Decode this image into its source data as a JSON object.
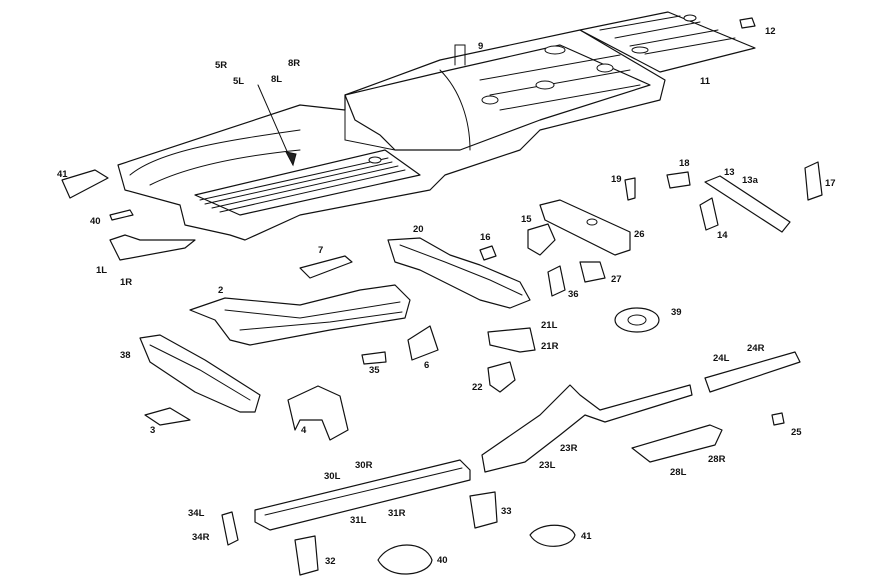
{
  "labels": {
    "p5R": "5R",
    "p5L": "5L",
    "p8R": "8R",
    "p8L": "8L",
    "p9": "9",
    "p11": "11",
    "p12": "12",
    "p13": "13",
    "p13a": "13a",
    "p14": "14",
    "p15": "15",
    "p16": "16",
    "p17": "17",
    "p18": "18",
    "p19": "19",
    "p20": "20",
    "p26": "26",
    "p27": "27",
    "p36": "36",
    "p41a": "41",
    "p40a": "40",
    "p1L": "1L",
    "p1R": "1R",
    "p7": "7",
    "p2": "2",
    "p39": "39",
    "p21L": "21L",
    "p21R": "21R",
    "p6": "6",
    "p35": "35",
    "p38": "38",
    "p22": "22",
    "p24L": "24L",
    "p24R": "24R",
    "p3": "3",
    "p4": "4",
    "p23R": "23R",
    "p23L": "23L",
    "p25": "25",
    "p28L": "28L",
    "p28R": "28R",
    "p30R": "30R",
    "p30L": "30L",
    "p31L": "31L",
    "p31R": "31R",
    "p33": "33",
    "p34L": "34L",
    "p34R": "34R",
    "p32": "32",
    "p40b": "40",
    "p41b": "41"
  }
}
